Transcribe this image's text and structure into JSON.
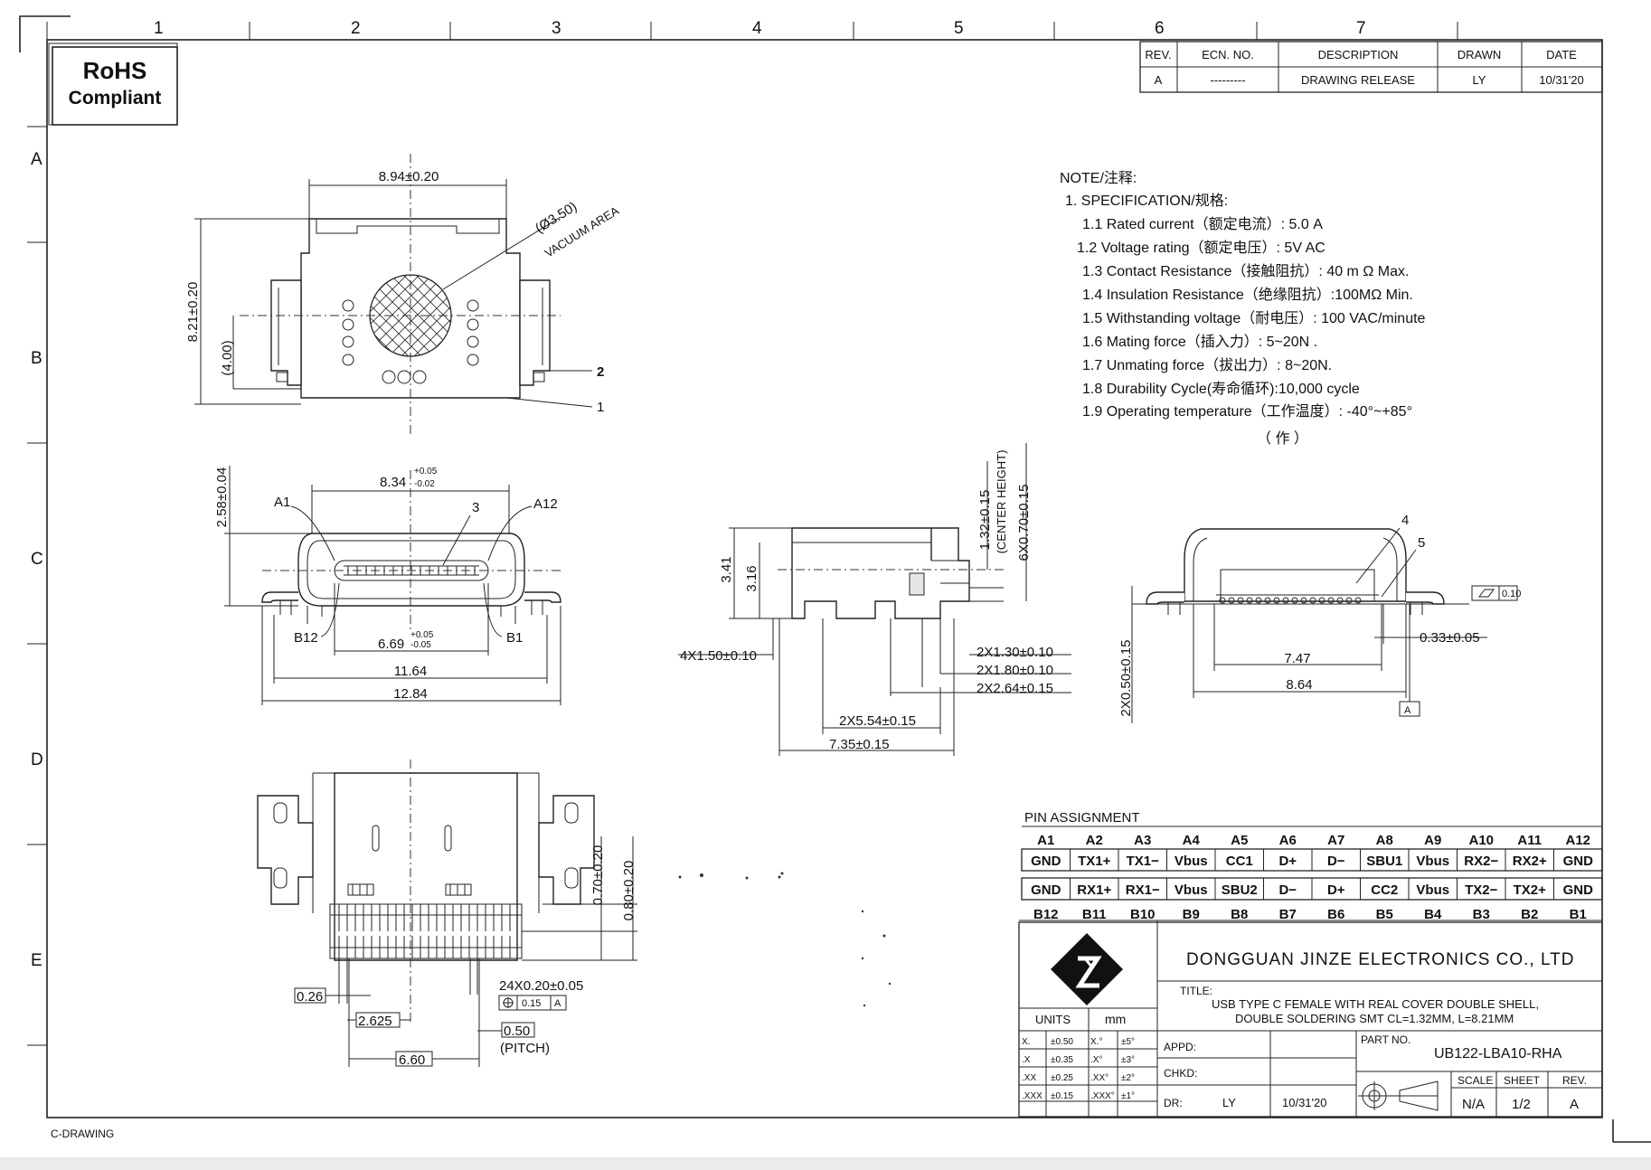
{
  "zones": {
    "columns": [
      "1",
      "2",
      "3",
      "4",
      "5",
      "6",
      "7"
    ],
    "rows": [
      "A",
      "B",
      "C",
      "D",
      "E"
    ]
  },
  "rohs": {
    "line1": "RoHS",
    "line2": "Compliant"
  },
  "revision_table": {
    "headers": [
      "REV.",
      "ECN. NO.",
      "DESCRIPTION",
      "DRAWN",
      "DATE"
    ],
    "row": [
      "A",
      "---------",
      "DRAWING RELEASE",
      "LY",
      "10/31'20"
    ]
  },
  "notes": {
    "heading": "NOTE/注释:",
    "spec": "1. SPECIFICATION/规格:",
    "items": [
      "1.1  Rated current（额定电流）: 5.0 A",
      "1.2 Voltage rating（额定电压）: 5V AC",
      "1.3  Contact Resistance（接触阻抗）: 40 m Ω Max.",
      "1.4  Insulation Resistance（绝缘阻抗）:100MΩ Min.",
      "1.5  Withstanding voltage（耐电压）: 100 VAC/minute",
      "1.6  Mating force（插入力）: 5~20N .",
      "1.7  Unmating force（拔出力）: 8~20N.",
      "1.8  Durability Cycle(寿命循环):10,000  cycle",
      "1.9 Operating temperature（工作温度）: -40°~+85°"
    ],
    "trailing": "（  作     ）"
  },
  "top_view": {
    "width": "8.94±0.20",
    "height": "8.21±0.20",
    "inner": "(4.00)",
    "vacuum_dia": "(Ø3.50)",
    "vacuum_label": "VACUUM AREA",
    "callout_2": "2",
    "callout_1": "1"
  },
  "front_view": {
    "top_dim": "8.34",
    "top_tol_upper": "+0.05",
    "top_tol_lower": "-0.02",
    "height": "2.58±0.04",
    "a1": "A1",
    "a12": "A12",
    "b12": "B12",
    "b1": "B1",
    "callout_3": "3",
    "inner_dim": "6.69",
    "inner_tol_upper": "+0.05",
    "inner_tol_lower": "-0.05",
    "w1": "11.64",
    "w2": "12.84"
  },
  "side_view": {
    "h1": "3.41",
    "h2": "3.16",
    "center": "1.32±0.15",
    "center_label": "(CENTER HEIGHT)",
    "six": "6X0.70±0.15",
    "pad4": "4X1.50±0.10",
    "d1": "2X1.30±0.10",
    "d2": "2X1.80±0.10",
    "d3": "2X2.64±0.15",
    "d4": "2X5.54±0.15",
    "d5": "7.35±0.15"
  },
  "rear_view": {
    "callout_4": "4",
    "callout_5": "5",
    "flatness": "0.10",
    "thick": "0.33±0.05",
    "w1": "7.47",
    "w2": "8.64",
    "vert": "2X0.50±0.15",
    "datum": "A"
  },
  "bottom_view": {
    "v1": "0.70±0.20",
    "v2": "0.80±0.20",
    "d026": "0.26",
    "d2625": "2.625",
    "d660": "6.60",
    "pins": "24X0.20±0.05",
    "tol_pos": "0.15",
    "tol_datum": "A",
    "pitch": "0.50",
    "pitch_label": "(PITCH)"
  },
  "pin_assignment": {
    "title": "PIN ASSIGNMENT",
    "a_labels": [
      "A1",
      "A2",
      "A3",
      "A4",
      "A5",
      "A6",
      "A7",
      "A8",
      "A9",
      "A10",
      "A11",
      "A12"
    ],
    "a_signals": [
      "GND",
      "TX1+",
      "TX1−",
      "Vbus",
      "CC1",
      "D+",
      "D−",
      "SBU1",
      "Vbus",
      "RX2−",
      "RX2+",
      "GND"
    ],
    "b_signals": [
      "GND",
      "RX1+",
      "RX1−",
      "Vbus",
      "SBU2",
      "D−",
      "D+",
      "CC2",
      "Vbus",
      "TX2−",
      "TX2+",
      "GND"
    ],
    "b_labels": [
      "B12",
      "B11",
      "B10",
      "B9",
      "B8",
      "B7",
      "B6",
      "B5",
      "B4",
      "B3",
      "B2",
      "B1"
    ]
  },
  "title_block": {
    "company": "DONGGUAN JINZE ELECTRONICS CO., LTD",
    "title_label": "TITLE:",
    "title_line1": "USB TYPE C FEMALE WITH REAL COVER DOUBLE SHELL,",
    "title_line2": "DOUBLE SOLDERING SMT CL=1.32MM, L=8.21MM",
    "units_label": "UNITS",
    "units_value": "mm",
    "tolerances": [
      [
        "X.",
        "±0.50",
        "X.°",
        "±5°"
      ],
      [
        ".X",
        "±0.35",
        ".X°",
        "±3°"
      ],
      [
        ".XX",
        "±0.25",
        ".XX°",
        "±2°"
      ],
      [
        ".XXX",
        "±0.15",
        ".XXX°",
        "±1°"
      ]
    ],
    "appd": "APPD:",
    "chkd": "CHKD:",
    "dr": "DR:",
    "dr_name": "LY",
    "dr_date": "10/31'20",
    "part_no_label": "PART NO.",
    "part_no": "UB122-LBA10-RHA",
    "scale_label": "SCALE",
    "sheet_label": "SHEET",
    "rev_label": "REV.",
    "scale": "N/A",
    "sheet": "1/2",
    "rev": "A"
  },
  "footer": "C-DRAWING"
}
